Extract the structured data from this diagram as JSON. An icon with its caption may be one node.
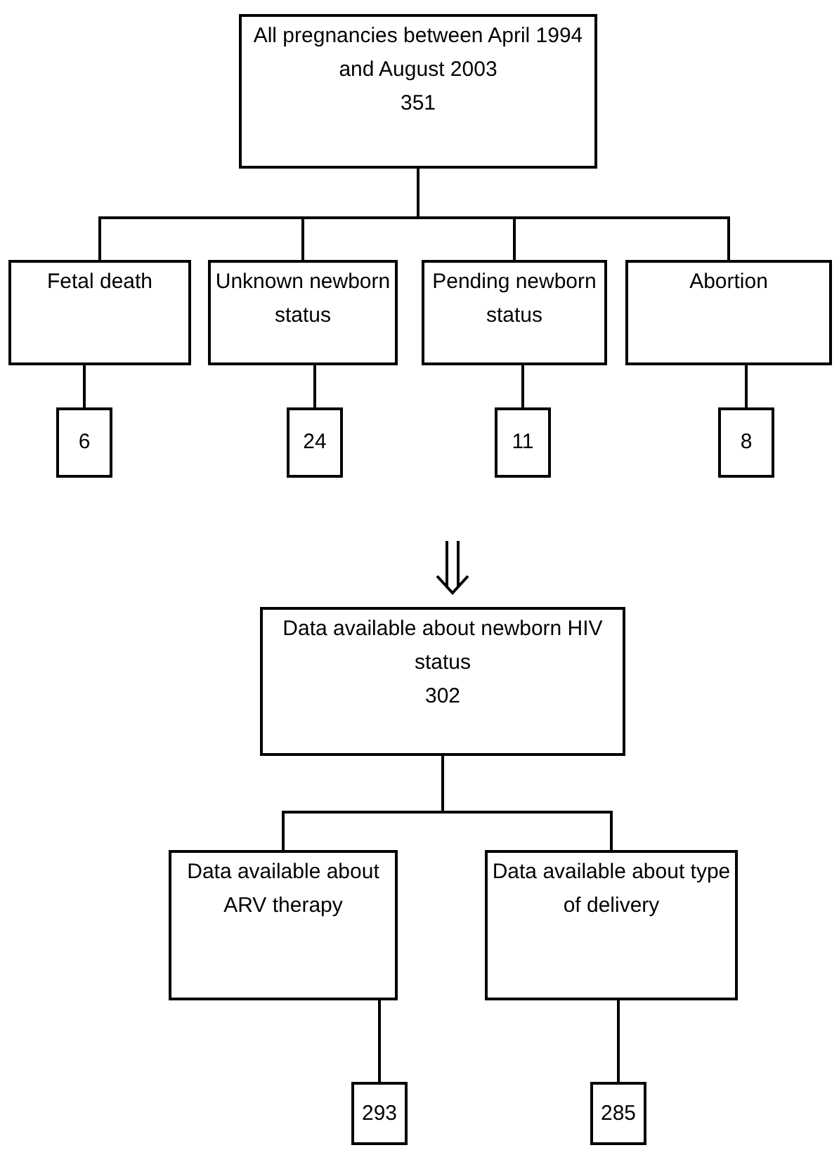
{
  "diagram": {
    "nodes": [
      {
        "text": [
          "All pregnancies between April 1994 and August 2003",
          "351"
        ]
      },
      {
        "text": [
          "Fetal death"
        ]
      },
      {
        "text": [
          "Unknown newborn status"
        ]
      },
      {
        "text": [
          "Pending newborn status"
        ]
      },
      {
        "text": [
          "Abortion"
        ]
      },
      {
        "text": [
          "6"
        ]
      },
      {
        "text": [
          "24"
        ]
      },
      {
        "text": [
          "11"
        ]
      },
      {
        "text": [
          "8"
        ]
      },
      {
        "text": [
          "Data available about newborn HIV status",
          "302"
        ]
      },
      {
        "text": [
          "Data available about ARV therapy"
        ]
      },
      {
        "text": [
          "Data available about type of delivery"
        ]
      },
      {
        "text": [
          "293"
        ]
      },
      {
        "text": [
          "285"
        ]
      }
    ],
    "edges": [
      {
        "from": 0,
        "to": 1,
        "arrow": "none"
      },
      {
        "from": 0,
        "to": 2,
        "arrow": "none"
      },
      {
        "from": 0,
        "to": 3,
        "arrow": "none"
      },
      {
        "from": 0,
        "to": 4,
        "arrow": "none"
      },
      {
        "from": 1,
        "to": 5,
        "arrow": "none"
      },
      {
        "from": 2,
        "to": 6,
        "arrow": "none"
      },
      {
        "from": 3,
        "to": 7,
        "arrow": "none"
      },
      {
        "from": 4,
        "to": 8,
        "arrow": "none"
      },
      {
        "from": null,
        "to": 9,
        "arrow": "to"
      },
      {
        "from": 9,
        "to": 10,
        "arrow": "none"
      },
      {
        "from": 9,
        "to": 11,
        "arrow": "none"
      },
      {
        "from": 10,
        "to": 12,
        "arrow": "none"
      },
      {
        "from": 11,
        "to": 13,
        "arrow": "none"
      }
    ]
  }
}
